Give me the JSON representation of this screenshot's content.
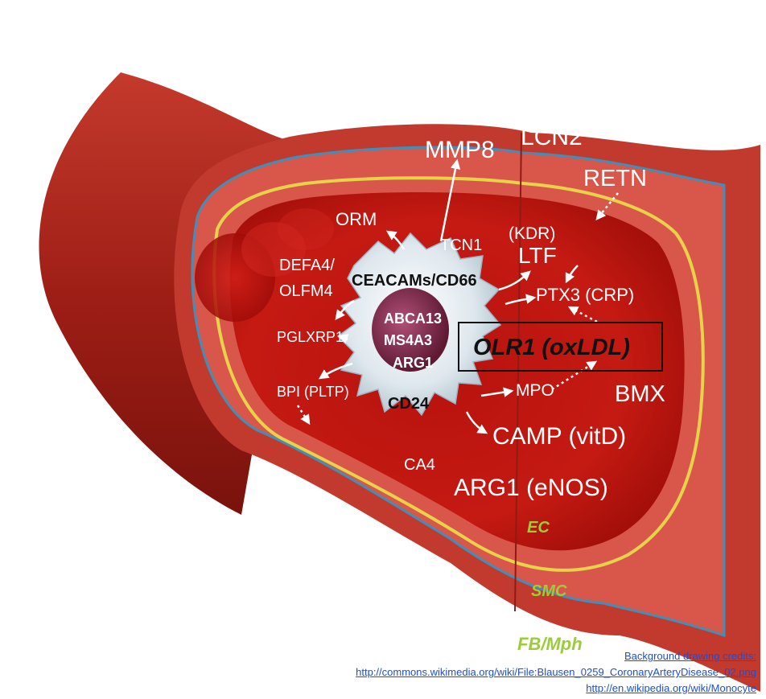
{
  "labels": {
    "mmp8": "MMP8",
    "lcn2": "LCN2",
    "retn": "RETN",
    "orm": "ORM",
    "tcn1": "TCN1",
    "kdr": "(KDR)",
    "ltf": "LTF",
    "defa4": "DEFA4/",
    "olfm4": "OLFM4",
    "ceacams": "CEACAMs/CD66",
    "ptx3": "PTX3 (CRP)",
    "pglyrp1": "PGLXRP1",
    "abca13": "ABCA13",
    "ms4a3": "MS4A3",
    "arg1_cell": "ARG1",
    "olr1": "OLR1 (oxLDL)",
    "bpi": "BPI (PLTP)",
    "cd24": "CD24",
    "mpo": "MPO",
    "bmx": "BMX",
    "camp": "CAMP (vitD)",
    "ca4": "CA4",
    "arg1_enos": "ARG1 (eNOS)"
  },
  "layers": {
    "ec": "EC",
    "smc": "SMC",
    "fb": "FB/Mph"
  },
  "credits": {
    "heading": "Background drawing credits:",
    "url1": "http://commons.wikimedia.org/wiki/File:Blausen_0259_CoronaryArteryDisease_02.png",
    "url2": "http://en.wikipedia.org/wiki/Monocyte"
  },
  "colors": {
    "lumen": "#c8140f",
    "wall": "#d8453a",
    "outer": "#b82c20",
    "endothelium_line": "#e8d24a",
    "adventitia_line": "#3f8fb8",
    "cell": "#e6eef2",
    "nucleus": "#7a2a44"
  }
}
